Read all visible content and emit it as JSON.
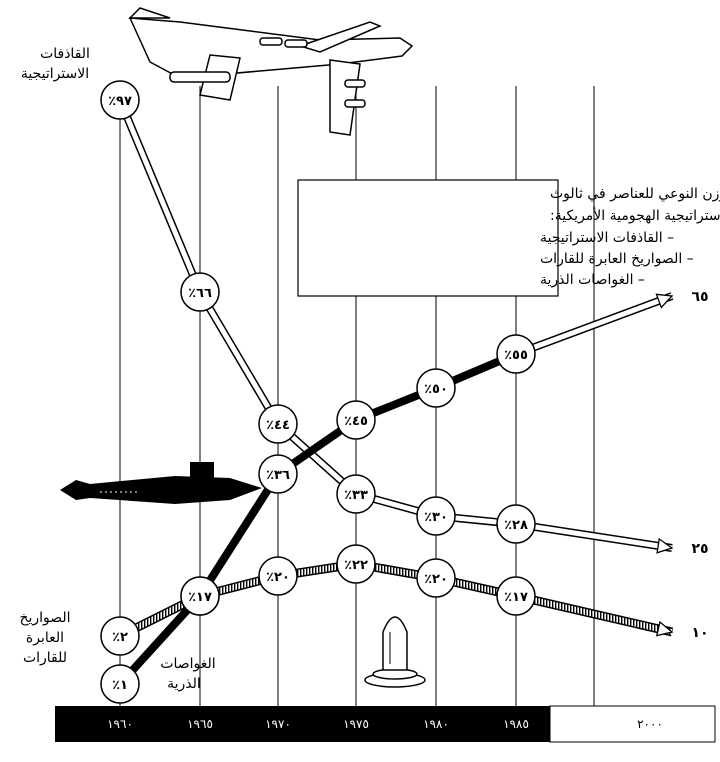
{
  "chart_data": {
    "type": "line",
    "x": [
      1960,
      1965,
      1970,
      1975,
      1980,
      1985
    ],
    "x_tick_labels": [
      "١٩٦٠",
      "١٩٦٥",
      "١٩٧٠",
      "١٩٧٥",
      "١٩٨٠",
      "١٩٨٥",
      "٢٠٠٠"
    ],
    "series": [
      {
        "name": "القاذفات الاستراتيجية",
        "x": [
          1960,
          1965,
          1970,
          1975,
          1980,
          1985
        ],
        "values": [
          97,
          66,
          44,
          33,
          30,
          28
        ],
        "labels": [
          "٪٩٧",
          "٪٦٦",
          "٪٤٤",
          "٪٣٣",
          "٪٣٠",
          "٪٢٨"
        ],
        "projection_2000": 25,
        "projection_label": "٢٥",
        "style": "double-line"
      },
      {
        "name": "الصواريخ العابرة للقارات",
        "x": [
          1960,
          1965,
          1970,
          1975,
          1980,
          1985
        ],
        "values": [
          2,
          17,
          20,
          22,
          20,
          17
        ],
        "labels": [
          "٪٢",
          "٪١٧",
          "٪٢٠",
          "٪٢٢",
          "٪٢٠",
          "٪١٧"
        ],
        "projection_2000": 10,
        "projection_label": "١٠",
        "style": "hatched"
      },
      {
        "name": "الغواصات الذرية",
        "x": [
          1960,
          1965,
          1970,
          1975,
          1980,
          1985
        ],
        "values": [
          1,
          17,
          36,
          45,
          50,
          55
        ],
        "labels": [
          "٪١",
          "٪١٧",
          "٪٣٦",
          "٪٤٥",
          "٪٥٠",
          "٪٥٥"
        ],
        "projection_2000": 65,
        "projection_label": "٦٥",
        "style": "thick"
      }
    ],
    "series_labels": {
      "bombers": [
        "القاذفات",
        "الاستراتيجية"
      ],
      "icbm": [
        "الصواريخ",
        "العابرة",
        "للقارات"
      ],
      "subs": [
        "الغواصات",
        "الذرية"
      ]
    },
    "legend": {
      "title_lines": [
        "الوزن النوعي للعناصر في ثالوث",
        "القوات الاستراتيجية الهجومية الأمريكية:"
      ],
      "items": [
        "– القاذفات الاستراتيجية",
        "– الصواريخ العابرة للقارات",
        "– الغواصات الذرية"
      ],
      "placement": "top-right"
    },
    "grid": true
  }
}
